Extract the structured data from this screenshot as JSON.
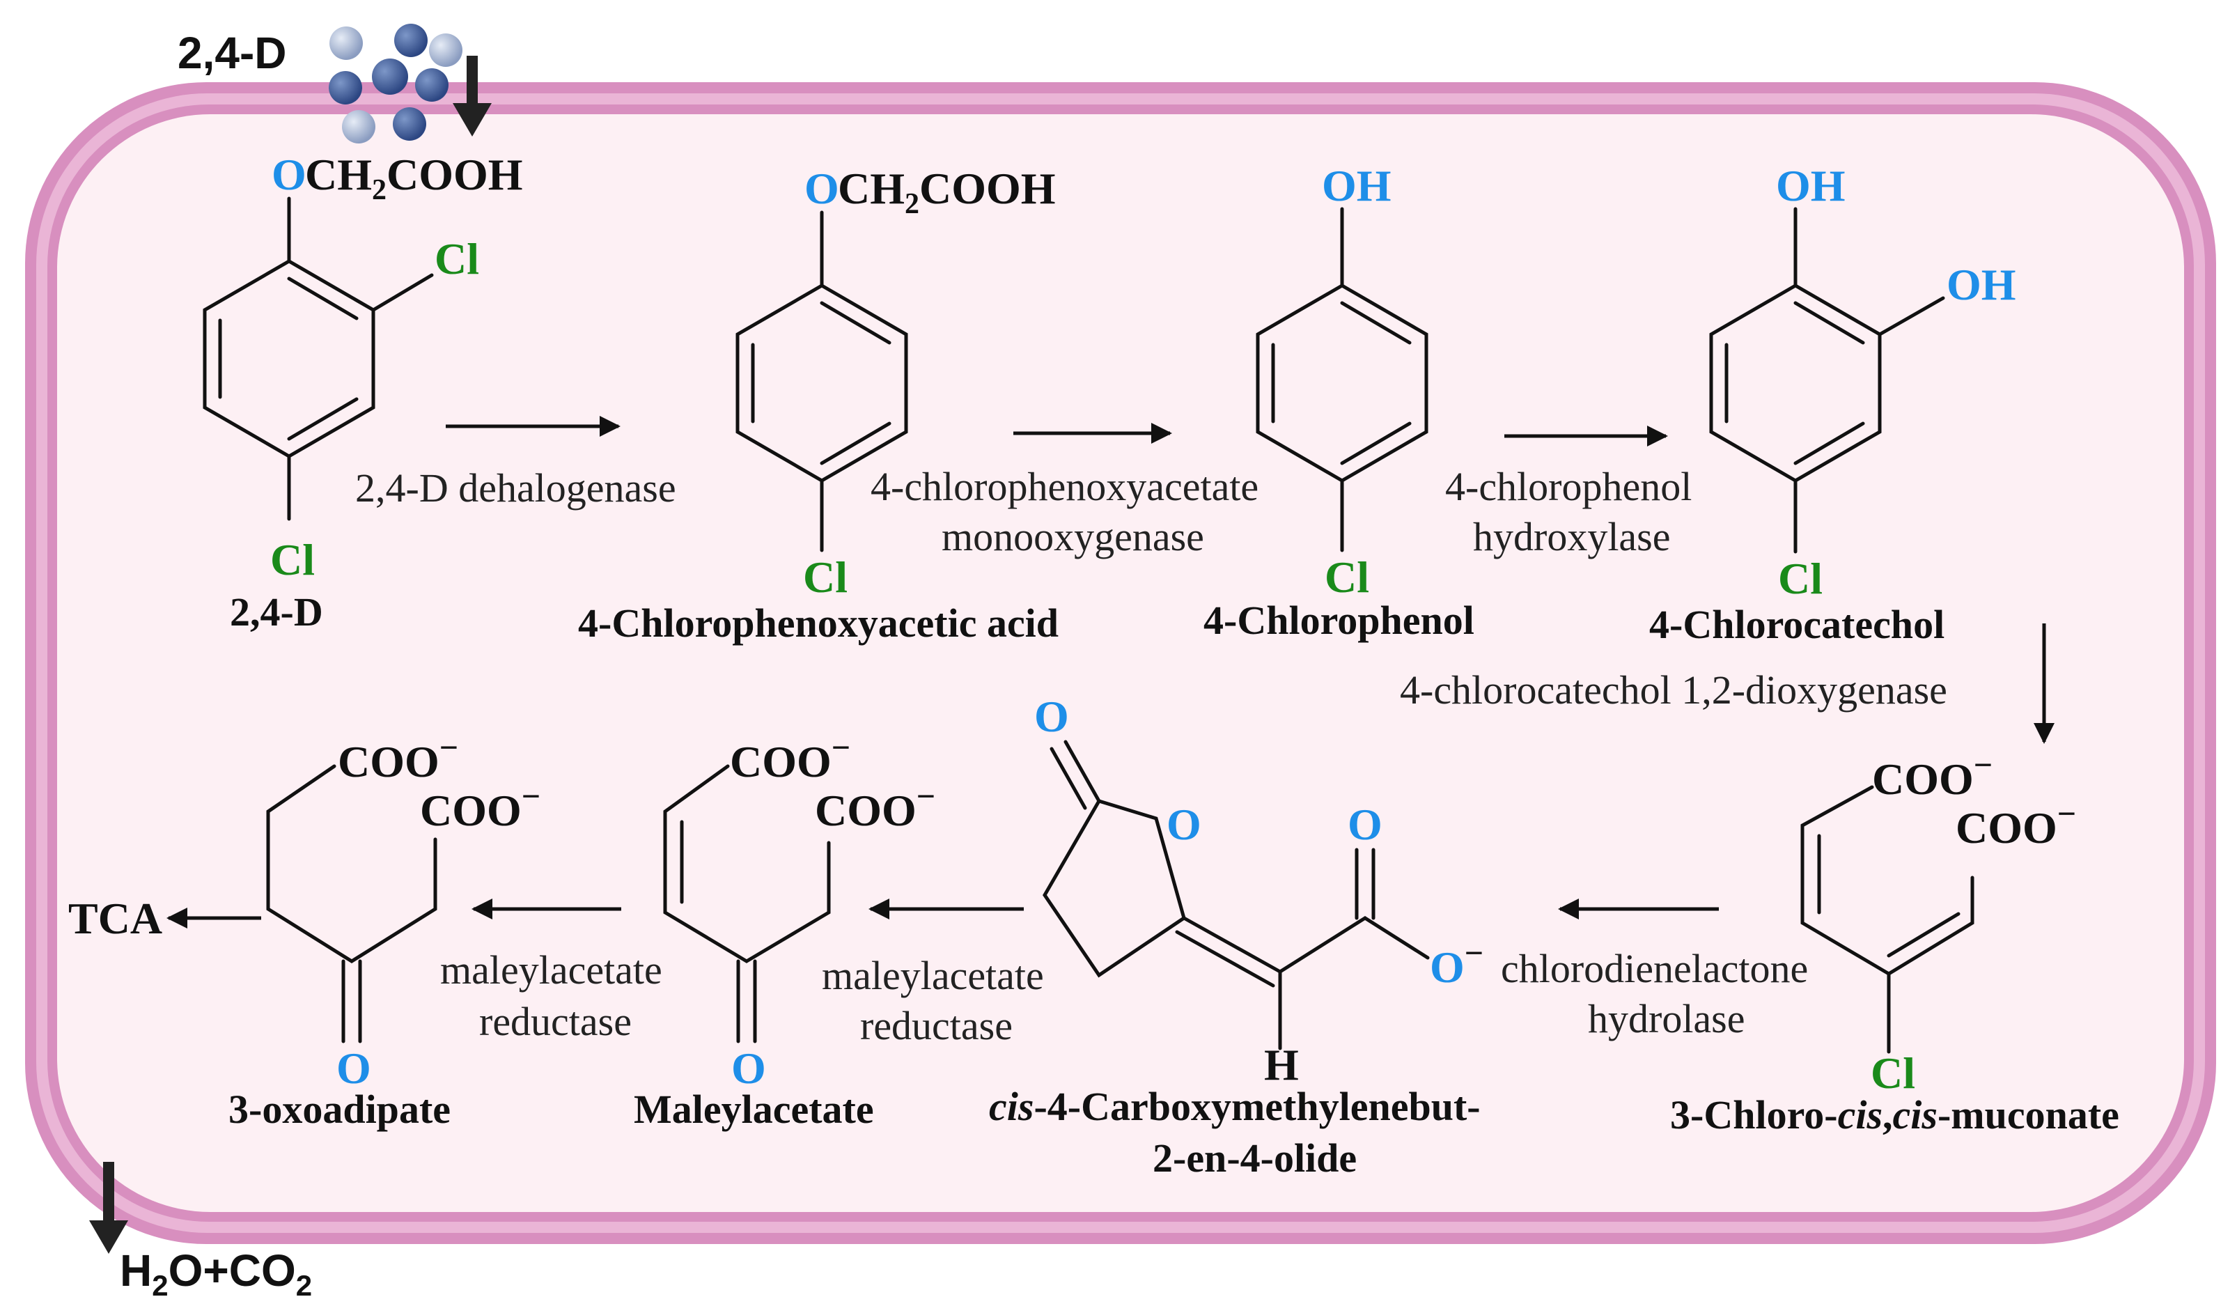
{
  "cell": {
    "membrane_color": "#d88fbf",
    "inner_color": "#fdf0f4",
    "uptake_label": "2,4-D",
    "output_label_a": "H",
    "output_label_sub2": "2",
    "output_label_b": "O+CO",
    "output_label_sub2b": "2"
  },
  "compounds": {
    "c1": {
      "name": "2,4-D"
    },
    "c2": {
      "name": "4-Chlorophenoxyacetic acid"
    },
    "c3": {
      "name": "4-Chlorophenol"
    },
    "c4": {
      "name": "4-Chlorocatechol"
    },
    "c5": {
      "name_a": "3-Chloro-",
      "name_b": "cis",
      "name_c": ",",
      "name_d": "cis",
      "name_e": "-muconate"
    },
    "c6": {
      "name_a": "cis",
      "name_b": "-4-Carboxymethylenebut-",
      "name_line2": "2-en-4-olide"
    },
    "c7": {
      "name": "Maleylacetate"
    },
    "c8": {
      "name": "3-oxoadipate"
    }
  },
  "groups": {
    "o": "O",
    "ch2cooh_a": "CH",
    "ch2cooh_sub": "2",
    "ch2cooh_b": "COOH",
    "cl": "Cl",
    "oh": "OH",
    "coo": "COO",
    "minus": "−",
    "h": "H",
    "tca": "TCA"
  },
  "enzymes": {
    "e1": "2,4-D dehalogenase",
    "e2_line1": "4-chlorophenoxyacetate",
    "e2_line2": "monooxygenase",
    "e3_line1": "4-chlorophenol",
    "e3_line2": "hydroxylase",
    "e4": "4-chlorocatechol 1,2-dioxygenase",
    "e5_line1": "chlorodienelactone",
    "e5_line2": "hydrolase",
    "e6_line1": "maleylacetate",
    "e6_line2": "reductase",
    "e7_line1": "maleylacetate",
    "e7_line2": "reductase"
  },
  "colors": {
    "oxygen": "#1e8ee8",
    "chlorine": "#1a8a1a",
    "bond": "#111111"
  }
}
